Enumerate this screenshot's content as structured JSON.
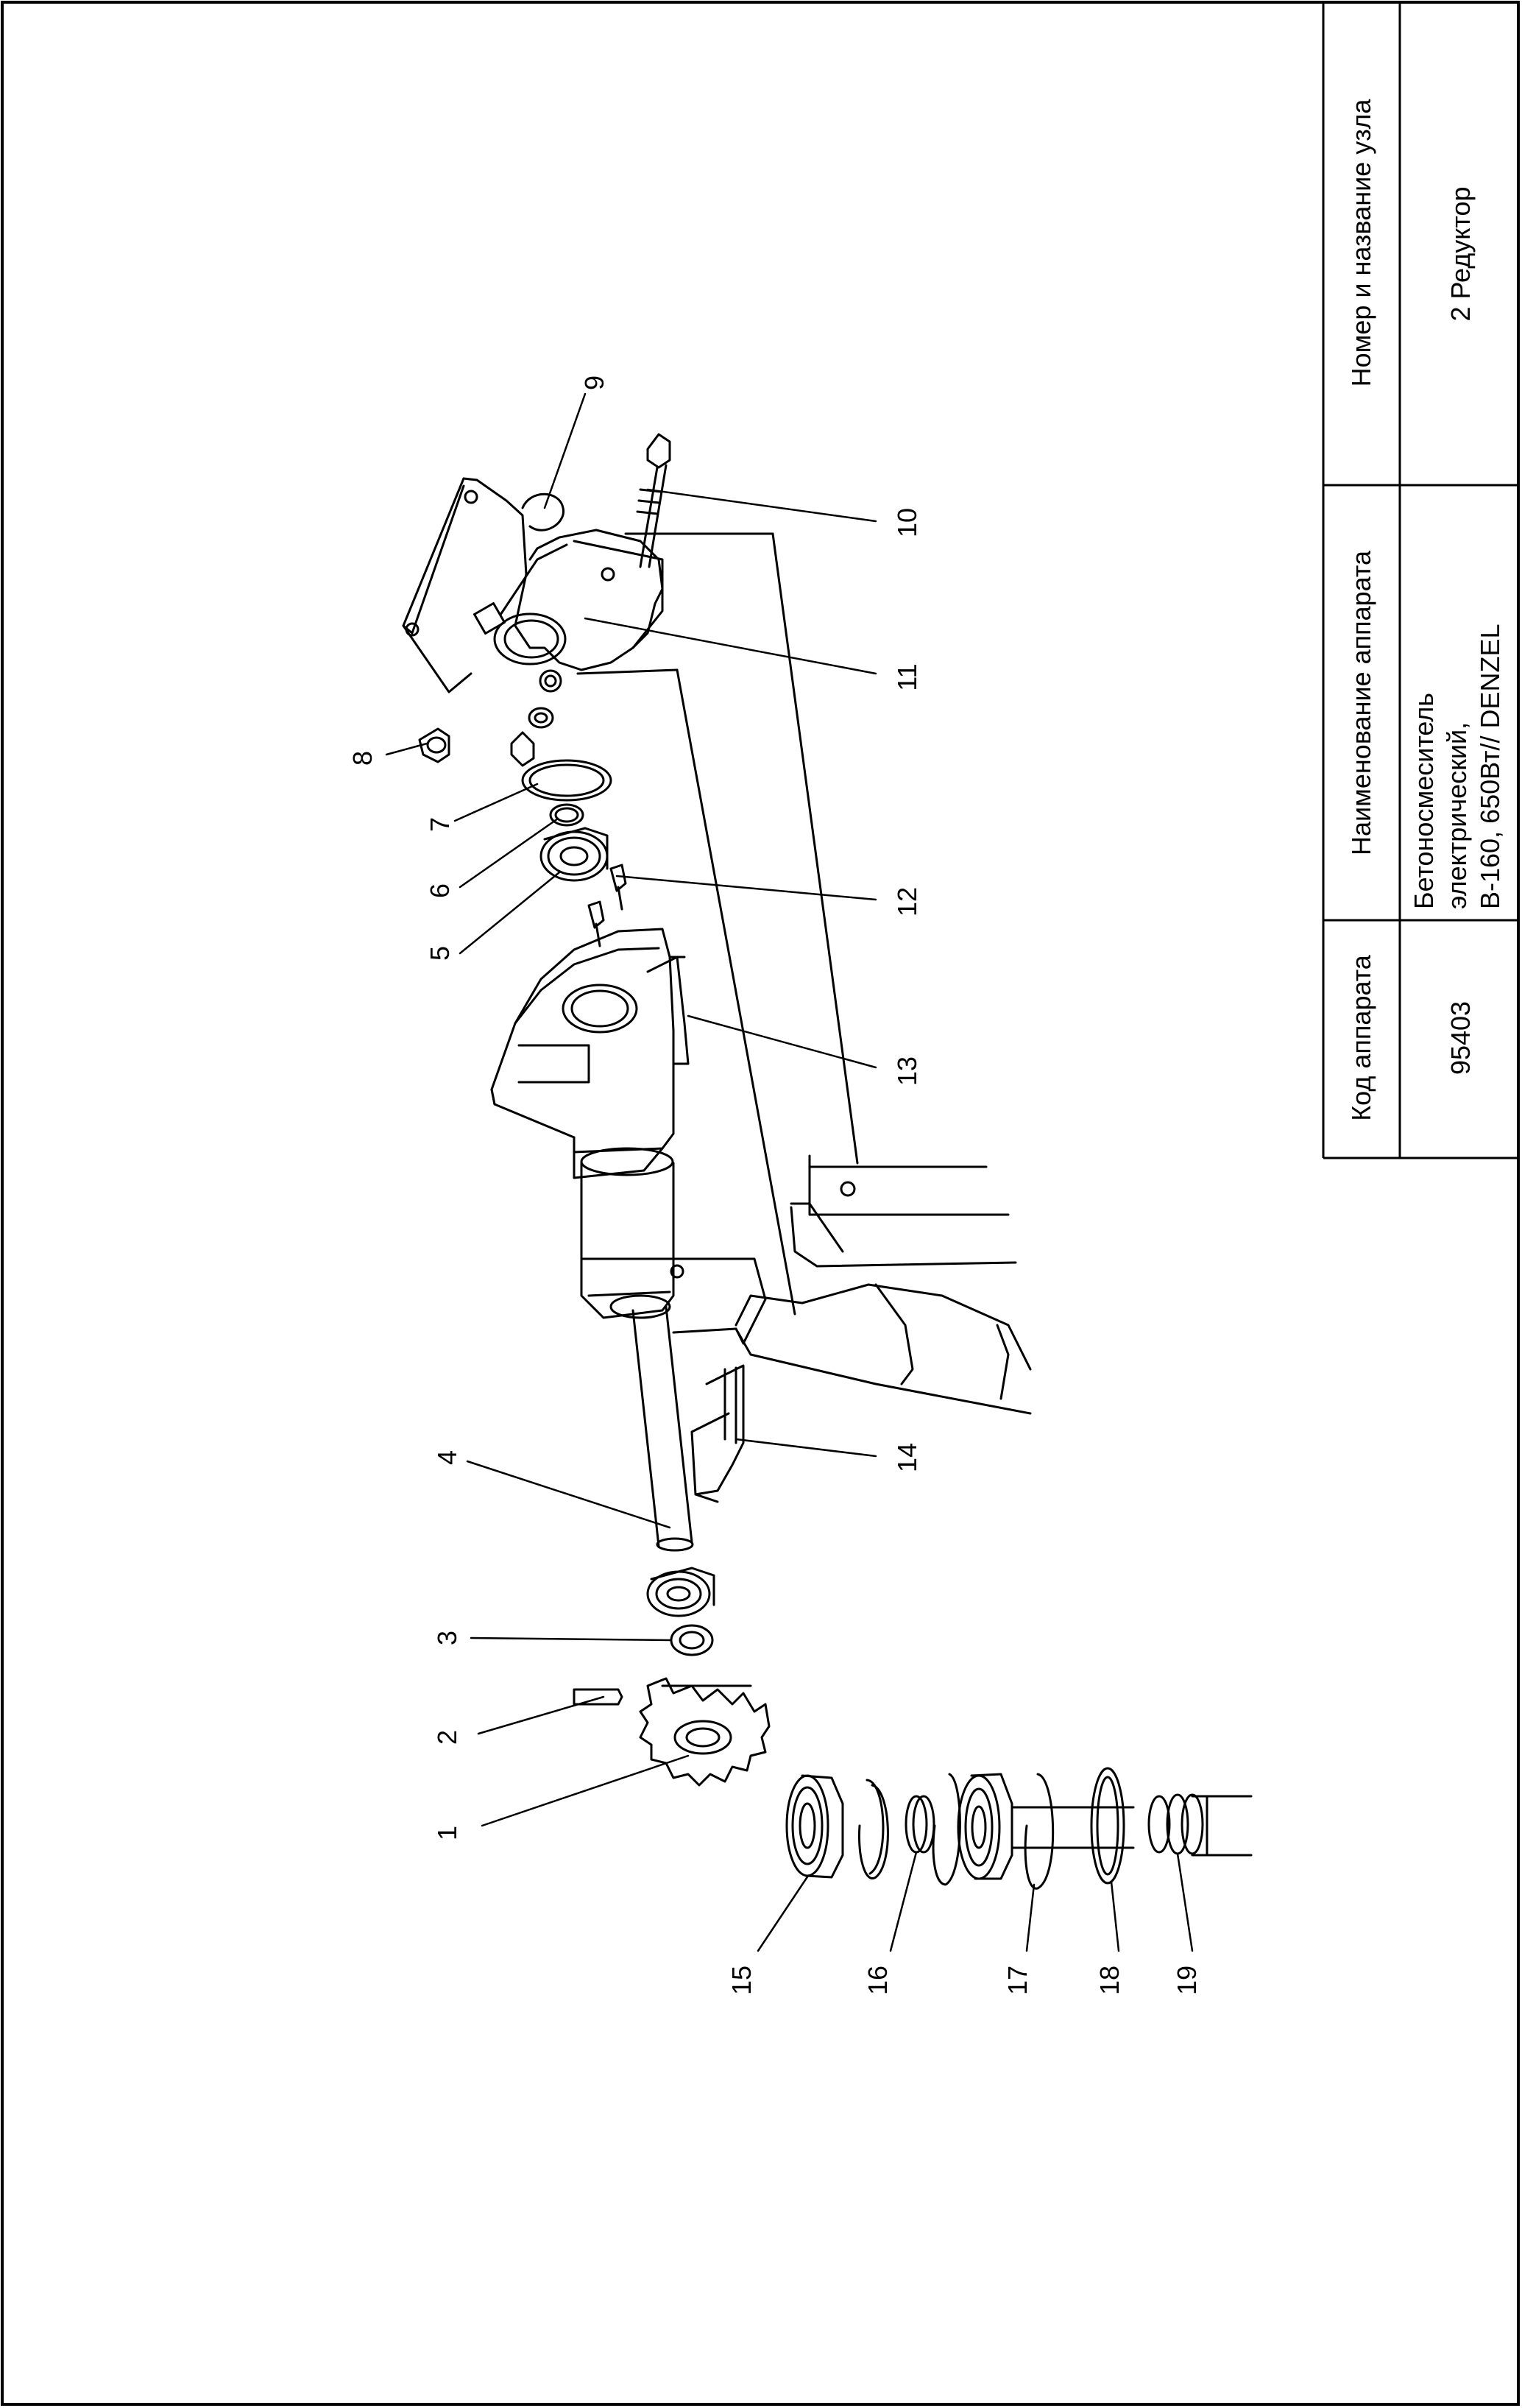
{
  "title_block": {
    "code_header": "Код аппарата",
    "code_value": "95403",
    "name_header": "Наименование аппарата",
    "name_line1": "Бетоносмеситель",
    "name_line2": "электрический,",
    "name_line3": "B-160, 650Вт// DENZEL",
    "unit_header": "Номер и название узла",
    "unit_value": "2 Редуктор"
  },
  "callouts": {
    "c1": "1",
    "c2": "2",
    "c3": "3",
    "c4": "4",
    "c5": "5",
    "c6": "6",
    "c7": "7",
    "c8": "8",
    "c9": "9",
    "c10": "10",
    "c11": "11",
    "c12": "12",
    "c13": "13",
    "c14": "14",
    "c15": "15",
    "c16": "16",
    "c17": "17",
    "c18": "18",
    "c19": "19"
  }
}
